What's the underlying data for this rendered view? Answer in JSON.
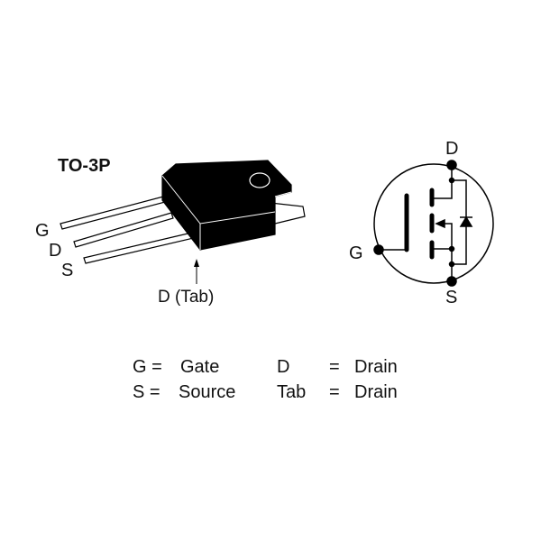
{
  "package": {
    "name": "TO-3P",
    "pins": [
      "G",
      "D",
      "S"
    ],
    "tab_label": "D (Tab)"
  },
  "symbol": {
    "drain": "D",
    "gate": "G",
    "source": "S"
  },
  "legend": [
    {
      "sym": "G =",
      "name": "Gate",
      "sym2": "D",
      "eq": "=",
      "name2": "Drain"
    },
    {
      "sym": "S =",
      "name": "Source",
      "sym2": "Tab",
      "eq": "=",
      "name2": "Drain"
    }
  ]
}
